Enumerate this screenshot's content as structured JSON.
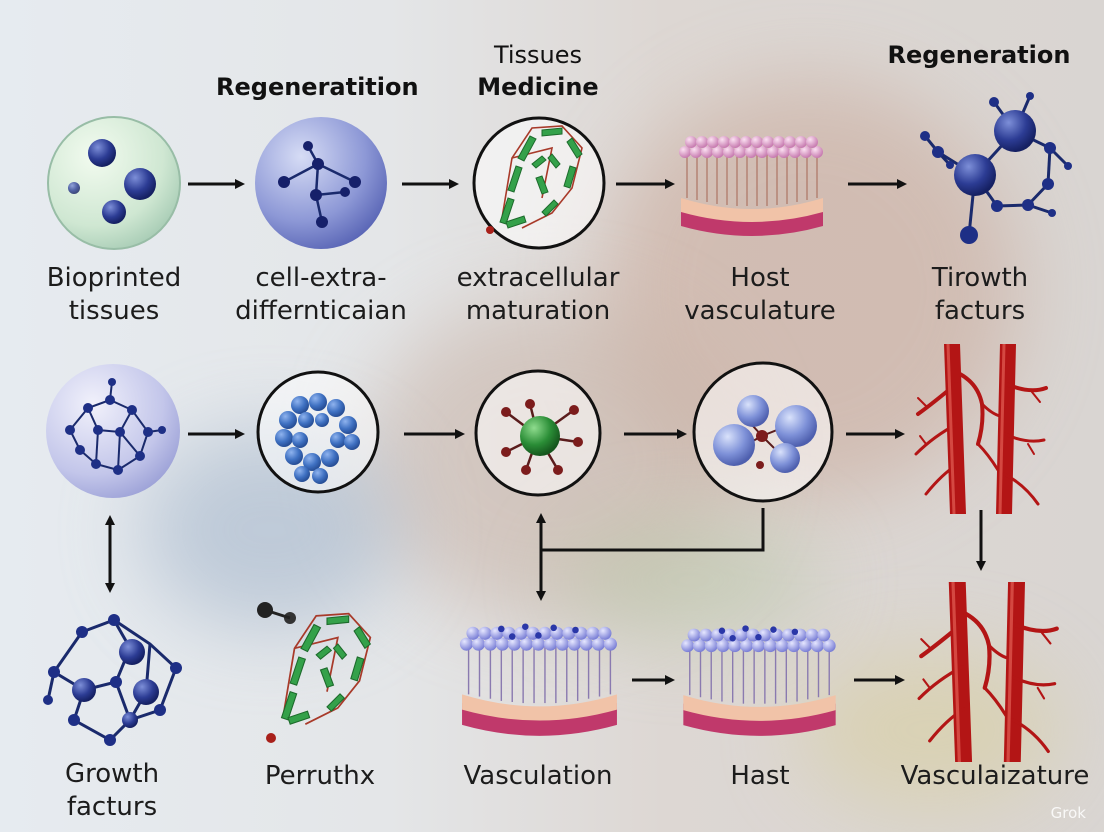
{
  "headers": {
    "col2": "Regeneratition",
    "col3_line1": "Tissues",
    "col3_line2": "Medicine",
    "col5": "Regeneration"
  },
  "labels": {
    "r1c1": [
      "Bioprinted",
      "tissues"
    ],
    "r1c2": [
      "cell-extra-",
      "differnticaian"
    ],
    "r1c3": [
      "extracellular",
      "maturation"
    ],
    "r1c4": [
      "Host",
      "vasculature"
    ],
    "r1c5": [
      "Tirowth",
      "facturs"
    ],
    "r3c1": [
      "Growth",
      "facturs"
    ],
    "r3c2": [
      "Perruthx"
    ],
    "r3c3": [
      "Vasculation"
    ],
    "r3c4": [
      "Hast"
    ],
    "r3c5": [
      "Vasculaizature"
    ]
  },
  "watermark": "Grok",
  "colors": {
    "arrow": "#111111",
    "molecule_blue": "#1e2f86",
    "membrane_pink": "#d58fc0",
    "membrane_purple": "#8f93e0",
    "vessel_red": "#b81616",
    "protein_green": "#2f9d44"
  }
}
